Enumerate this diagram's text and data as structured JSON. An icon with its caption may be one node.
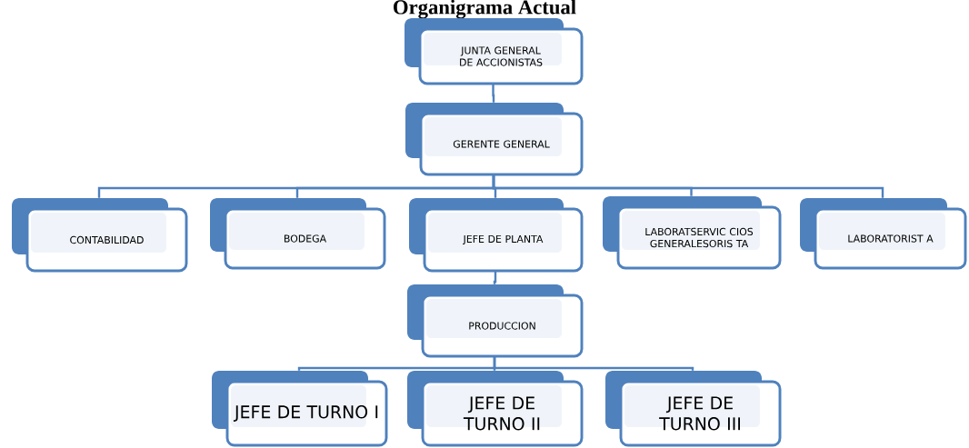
{
  "diagram": {
    "title": "Organigrama Actual",
    "nodes": [
      {
        "text": [
          "JUNTA GENERAL DE ACCIONISTAS"
        ]
      },
      {
        "text": [
          "GERENTE GENERAL"
        ]
      },
      {
        "text": [
          "CONTABILIDAD"
        ]
      },
      {
        "text": [
          "BODEGA"
        ]
      },
      {
        "text": [
          "JEFE DE PLANTA"
        ]
      },
      {
        "text": [
          "LABORATSERVIC CIOS GENERALESORIS TA"
        ]
      },
      {
        "text": [
          "LABORATORIST A"
        ]
      },
      {
        "text": [
          "PRODUCCION"
        ]
      },
      {
        "text": [
          "JEFE DE TURNO I"
        ]
      },
      {
        "text": [
          "JEFE DE TURNO II"
        ]
      },
      {
        "text": [
          "JEFE DE TURNO III"
        ]
      }
    ],
    "edges": [
      {
        "from": 0,
        "to": 1,
        "arrow": "none"
      },
      {
        "from": 1,
        "to": 2,
        "arrow": "none"
      },
      {
        "from": 1,
        "to": 3,
        "arrow": "none"
      },
      {
        "from": 1,
        "to": 4,
        "arrow": "none"
      },
      {
        "from": 1,
        "to": 5,
        "arrow": "none"
      },
      {
        "from": 1,
        "to": 6,
        "arrow": "none"
      },
      {
        "from": 4,
        "to": 7,
        "arrow": "none"
      },
      {
        "from": 7,
        "to": 8,
        "arrow": "none"
      },
      {
        "from": 7,
        "to": 9,
        "arrow": "none"
      },
      {
        "from": 7,
        "to": 10,
        "arrow": "none"
      }
    ]
  }
}
